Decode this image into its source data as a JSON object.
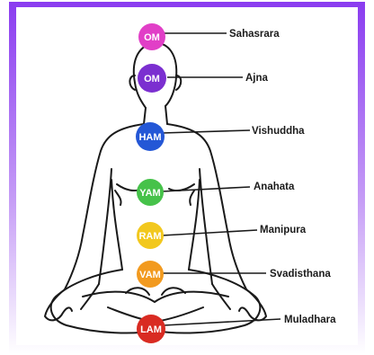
{
  "colors": {
    "frame_top": "#8a3cf0",
    "frame_bottom": "#ffffff",
    "outline": "#1a1a1a"
  },
  "caption": "",
  "chakras": [
    {
      "name": "Sahasrara",
      "mantra": "OM",
      "color": "#e13fc7"
    },
    {
      "name": "Ajna",
      "mantra": "OM",
      "color": "#7b2fd0"
    },
    {
      "name": "Vishuddha",
      "mantra": "HAM",
      "color": "#2457d6"
    },
    {
      "name": "Anahata",
      "mantra": "YAM",
      "color": "#46c24a"
    },
    {
      "name": "Manipura",
      "mantra": "RAM",
      "color": "#f2c81e"
    },
    {
      "name": "Svadisthana",
      "mantra": "VAM",
      "color": "#f29a1f"
    },
    {
      "name": "Muladhara",
      "mantra": "LAM",
      "color": "#d92b22"
    }
  ]
}
